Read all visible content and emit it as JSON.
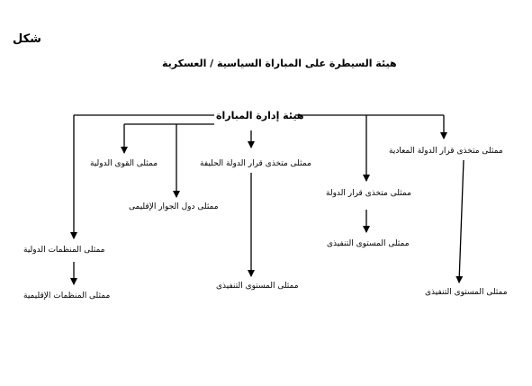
{
  "caption": "شكل",
  "title": "هيئة السيطرة على المباراة السياسية / العسكرية",
  "nodes": {
    "root": "هيئة إدارة المباراة",
    "intl_forces": "ممثلى القوى الدولية",
    "regional_neighbors": "ممثلى دول الجوار الإقليمى",
    "ally_decision": "ممثلى متخذى قرار الدولة الحليفة",
    "ally_exec": "ممثلى المستوى التنفيذى",
    "state_decision": "ممثلى متخذى قرار الدولة",
    "state_exec": "ممثلى المستوى التنفيذى",
    "enemy_decision": "ممثلى متخذى قرار الدولة المعادية",
    "enemy_exec": "ممثلى المستوى التنفيذى",
    "intl_orgs": "ممثلى المنظمات الدولية",
    "regional_orgs": "ممثلى المنظمات الإقليمية"
  }
}
